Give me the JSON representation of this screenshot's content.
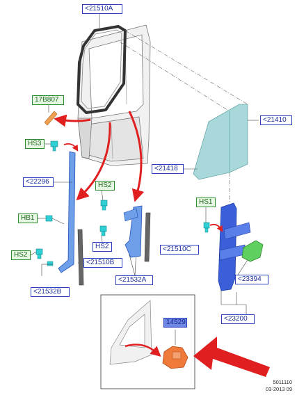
{
  "callouts": {
    "c21510A": "<21510A",
    "c17B807": "17B807",
    "cHS3": "HS3",
    "c22296": "<22296",
    "cHS2_top": "HS2",
    "cHB1": "HB1",
    "cHS2_mid": "HS2",
    "cHS2_left": "HS2",
    "c21510C": "<21510C",
    "c21510B": "<21510B",
    "c21532A": "<21532A",
    "c21532B": "<21532B",
    "c21410": "<21410",
    "c21418": "<21418",
    "cHS1": "HS1",
    "c23394": "<23394",
    "c23200": "<23200",
    "c14529": "14529"
  },
  "footer": {
    "code": "5011110",
    "date": "03-2013 09"
  },
  "colors": {
    "callout_border": "#2a3fbf",
    "part_green": "#2e8b2e",
    "regulator_blue": "#3a5fd8",
    "arrow_red": "#e02020",
    "glass": "#a8d8da"
  }
}
